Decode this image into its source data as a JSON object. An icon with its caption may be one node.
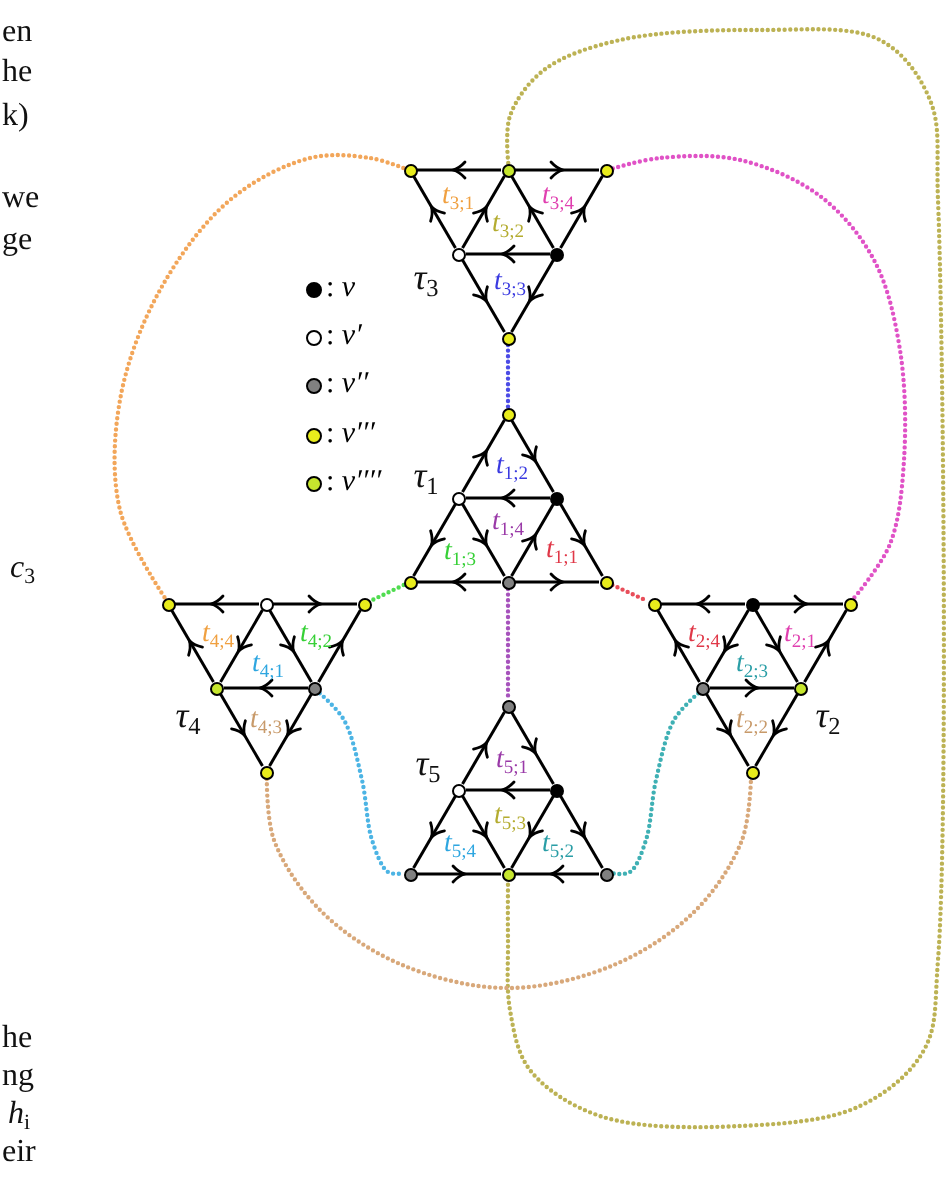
{
  "diagram": {
    "nodes": [
      {
        "text": [],
        "shape": "circle"
      },
      {
        "text": [],
        "shape": "circle"
      },
      {
        "text": [],
        "shape": "circle"
      },
      {
        "text": [],
        "shape": "circle"
      },
      {
        "text": [],
        "shape": "circle"
      },
      {
        "text": [],
        "shape": "circle"
      },
      {
        "text": [],
        "shape": "circle"
      },
      {
        "text": [],
        "shape": "circle"
      },
      {
        "text": [],
        "shape": "circle"
      },
      {
        "text": [],
        "shape": "circle"
      },
      {
        "text": [],
        "shape": "circle"
      },
      {
        "text": [],
        "shape": "circle"
      },
      {
        "text": [],
        "shape": "circle"
      },
      {
        "text": [],
        "shape": "circle"
      },
      {
        "text": [],
        "shape": "circle"
      },
      {
        "text": [],
        "shape": "circle"
      },
      {
        "text": [],
        "shape": "circle"
      },
      {
        "text": [],
        "shape": "circle"
      },
      {
        "text": [],
        "shape": "circle"
      },
      {
        "text": [],
        "shape": "circle"
      },
      {
        "text": [],
        "shape": "circle"
      },
      {
        "text": [],
        "shape": "circle"
      },
      {
        "text": [],
        "shape": "circle"
      },
      {
        "text": [],
        "shape": "circle"
      },
      {
        "text": [],
        "shape": "circle"
      },
      {
        "text": [],
        "shape": "circle"
      },
      {
        "text": [],
        "shape": "circle"
      },
      {
        "text": [],
        "shape": "circle"
      },
      {
        "text": [],
        "shape": "circle"
      },
      {
        "text": [],
        "shape": "circle"
      }
    ],
    "edges": [
      {
        "from": 1,
        "to": 0,
        "arrow": "to"
      },
      {
        "from": 1,
        "to": 2,
        "arrow": "to"
      },
      {
        "from": 4,
        "to": 3,
        "arrow": "to"
      },
      {
        "from": 3,
        "to": 0,
        "arrow": "to"
      },
      {
        "from": 3,
        "to": 1,
        "arrow": "to"
      },
      {
        "from": 4,
        "to": 1,
        "arrow": "to"
      },
      {
        "from": 4,
        "to": 2,
        "arrow": "to"
      },
      {
        "from": 3,
        "to": 5,
        "arrow": "to"
      },
      {
        "from": 4,
        "to": 5,
        "arrow": "to"
      },
      {
        "from": 7,
        "to": 6,
        "arrow": "to"
      },
      {
        "from": 6,
        "to": 8,
        "arrow": "to"
      },
      {
        "from": 8,
        "to": 7,
        "arrow": "to"
      },
      {
        "from": 7,
        "to": 9,
        "arrow": "to"
      },
      {
        "from": 7,
        "to": 10,
        "arrow": "to"
      },
      {
        "from": 10,
        "to": 8,
        "arrow": "to"
      },
      {
        "from": 8,
        "to": 11,
        "arrow": "to"
      },
      {
        "from": 10,
        "to": 9,
        "arrow": "to"
      },
      {
        "from": 10,
        "to": 11,
        "arrow": "to"
      },
      {
        "from": 13,
        "to": 12,
        "arrow": "to"
      },
      {
        "from": 13,
        "to": 14,
        "arrow": "to"
      },
      {
        "from": 15,
        "to": 12,
        "arrow": "to"
      },
      {
        "from": 13,
        "to": 15,
        "arrow": "to"
      },
      {
        "from": 13,
        "to": 16,
        "arrow": "to"
      },
      {
        "from": 16,
        "to": 14,
        "arrow": "to"
      },
      {
        "from": 16,
        "to": 15,
        "arrow": "to"
      },
      {
        "from": 15,
        "to": 17,
        "arrow": "to"
      },
      {
        "from": 16,
        "to": 17,
        "arrow": "to"
      },
      {
        "from": 19,
        "to": 18,
        "arrow": "to"
      },
      {
        "from": 19,
        "to": 20,
        "arrow": "to"
      },
      {
        "from": 21,
        "to": 18,
        "arrow": "to"
      },
      {
        "from": 19,
        "to": 21,
        "arrow": "to"
      },
      {
        "from": 19,
        "to": 22,
        "arrow": "to"
      },
      {
        "from": 22,
        "to": 20,
        "arrow": "to"
      },
      {
        "from": 21,
        "to": 22,
        "arrow": "to"
      },
      {
        "from": 21,
        "to": 23,
        "arrow": "to"
      },
      {
        "from": 22,
        "to": 23,
        "arrow": "to"
      },
      {
        "from": 25,
        "to": 24,
        "arrow": "to"
      },
      {
        "from": 24,
        "to": 26,
        "arrow": "to"
      },
      {
        "from": 26,
        "to": 25,
        "arrow": "to"
      },
      {
        "from": 25,
        "to": 27,
        "arrow": "to"
      },
      {
        "from": 25,
        "to": 28,
        "arrow": "to"
      },
      {
        "from": 26,
        "to": 28,
        "arrow": "to"
      },
      {
        "from": 26,
        "to": 29,
        "arrow": "to"
      },
      {
        "from": 27,
        "to": 28,
        "arrow": "to"
      },
      {
        "from": 29,
        "to": 28,
        "arrow": "to"
      },
      {
        "from": 0,
        "to": 12,
        "arrow": "none",
        "style": "dashed",
        "color": "#f2a65a"
      },
      {
        "from": 1,
        "to": 28,
        "arrow": "none",
        "style": "dashed",
        "color": "#bcb254"
      },
      {
        "from": 2,
        "to": 20,
        "arrow": "none",
        "style": "dashed",
        "color": "#e052c6"
      },
      {
        "from": 5,
        "to": 6,
        "arrow": "none",
        "style": "dashed",
        "color": "#4b4be6"
      },
      {
        "from": 9,
        "to": 14,
        "arrow": "none",
        "style": "dashed",
        "color": "#4fdc4f"
      },
      {
        "from": 11,
        "to": 18,
        "arrow": "none",
        "style": "dashed",
        "color": "#e84e5a"
      },
      {
        "from": 10,
        "to": 24,
        "arrow": "none",
        "style": "dashed",
        "color": "#a652bc"
      },
      {
        "from": 16,
        "to": 27,
        "arrow": "none",
        "style": "dashed",
        "color": "#4cb4e4"
      },
      {
        "from": 21,
        "to": 29,
        "arrow": "none",
        "style": "dashed",
        "color": "#3fb0b4"
      },
      {
        "from": 17,
        "to": 23,
        "arrow": "none",
        "style": "dashed",
        "color": "#d8a87a"
      }
    ],
    "labels": [
      "en",
      "he",
      "k)",
      "we",
      "ge",
      "*t*$_{3;1}$",
      "*t*$_{3;4}$",
      "*t*$_{3;2}$",
      "*τ*$_{3}$",
      "*t*$_{3;3}$",
      "*τ*$_{1}$",
      "*t*$_{1;2}$",
      "*t*$_{1;4}$",
      "*t*$_{1;3}$",
      "*t*$_{1;1}$",
      "*c*$_{3}$",
      "*t*$_{4;4}$",
      "*t*$_{4;2}$",
      "*t*$_{2;4}$",
      "*t*$_{2;1}$",
      "*t*$_{4;1}$",
      "*t*$_{2;3}$",
      "*τ*$_{4}$",
      "*t*$_{4;3}$",
      "*t*$_{2;2}$",
      "*τ*$_{2}$",
      "*τ*$_{5}$",
      "*t*$_{5;1}$",
      "*t*$_{5;3}$",
      "*t*$_{5;4}$",
      "*t*$_{5;2}$",
      "he",
      "ng",
      "*h*$_{i}$",
      "eir"
    ],
    "legend": [
      {
        "text": ": *v*",
        "color": "#000000"
      },
      {
        "text": ": *v′*"
      },
      {
        "text": ": *v′′*",
        "color": "#808080"
      },
      {
        "text": ": *v′′′*",
        "color": "#e8ec1c"
      },
      {
        "text": ": *v′′′′*",
        "color": "#c6e62e"
      }
    ]
  }
}
